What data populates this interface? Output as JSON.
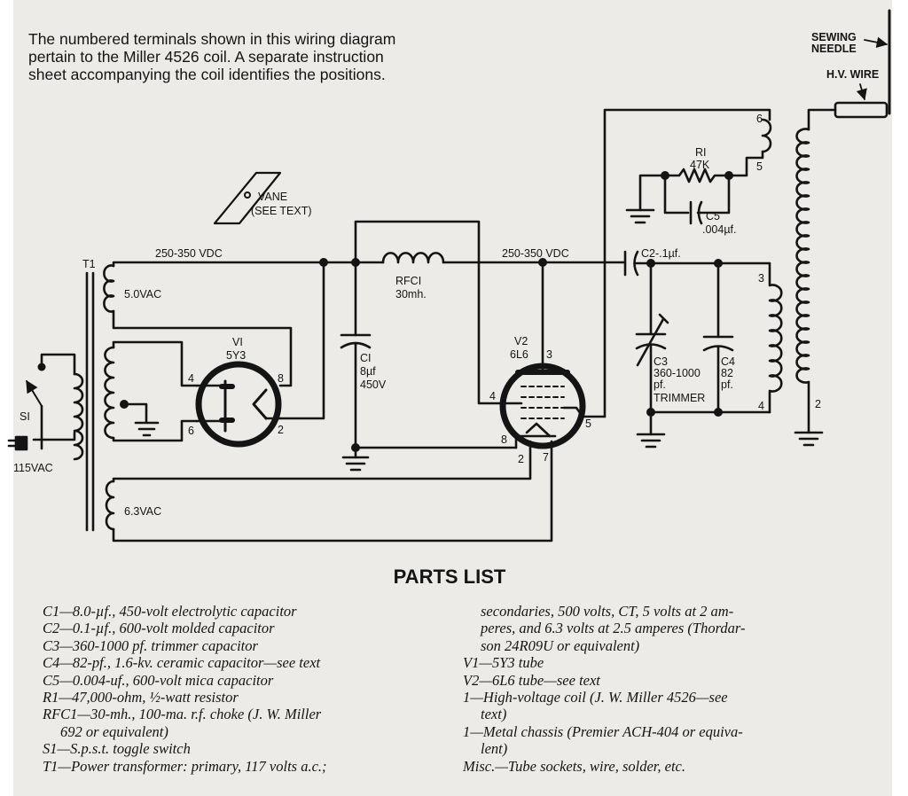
{
  "intro_lines": [
    "The numbered terminals shown in this wiring diagram",
    "pertain to the Miller 4526 coil. A separate instruction",
    "sheet accompanying the coil identifies the positions."
  ],
  "labels": {
    "sewing_needle_1": "SEWING",
    "sewing_needle_2": "NEEDLE",
    "hv_wire": "H.V. WIRE",
    "vane_1": "VANE",
    "vane_2": "(SEE TEXT)",
    "vdc_left": "250-350 VDC",
    "vdc_right": "250-350 VDC",
    "t1": "T1",
    "vac5": "5.0VAC",
    "vac63": "6.3VAC",
    "s1": "SI",
    "v115": "115VAC",
    "v1_1": "VI",
    "v1_2": "5Y3",
    "v1_p4": "4",
    "v1_p6": "6",
    "v1_p8": "8",
    "v1_p2": "2",
    "rfc1_1": "RFCI",
    "rfc1_2": "30mh.",
    "c1_1": "CI",
    "c1_2": "8µf",
    "c1_3": "450V",
    "v2_1": "V2",
    "v2_2": "6L6",
    "v2_p3": "3",
    "v2_p4": "4",
    "v2_p5": "5",
    "v2_p8": "8",
    "v2_p2": "2",
    "v2_p7": "7",
    "c2": "C2-.1µf.",
    "r1_1": "RI",
    "r1_2": "47K",
    "c5_1": "C5",
    "c5_2": ".004µf.",
    "c3_1": "C3",
    "c3_2": "360-1000",
    "c3_3": "pf.",
    "c3_4": "TRIMMER",
    "c4_1": "C4",
    "c4_2": "82",
    "c4_3": "pf.",
    "coil_6": "6",
    "coil_5": "5",
    "coil_3": "3",
    "coil_4": "4",
    "coil_2": "2"
  },
  "parts_title": "PARTS LIST",
  "parts_left": [
    "C1—8.0-µf., 450-volt electrolytic capacitor",
    "C2—0.1-µf., 600-volt molded capacitor",
    "C3—360-1000 pf. trimmer capacitor",
    "C4—82-pf., 1.6-kv. ceramic capacitor—see text",
    "C5—0.004-uf., 600-volt mica capacitor",
    "R1—47,000-ohm, ½-watt resistor",
    "RFC1—30-mh., 100-ma. r.f. choke (J. W. Miller",
    "692 or equivalent)",
    "S1—S.p.s.t. toggle switch",
    "T1—Power transformer: primary, 117 volts a.c.;"
  ],
  "parts_right": [
    "secondaries, 500 volts, CT, 5 volts at 2 am-",
    "peres, and 6.3 volts at 2.5 amperes (Thordar-",
    "son 24R09U or equivalent)",
    "V1—5Y3 tube",
    "V2—6L6 tube—see text",
    "1—High-voltage coil (J. W. Miller 4526—see",
    "text)",
    "1—Metal chassis (Premier ACH-404 or equiva-",
    "lent)",
    "Misc.—Tube sockets, wire, solder, etc."
  ]
}
